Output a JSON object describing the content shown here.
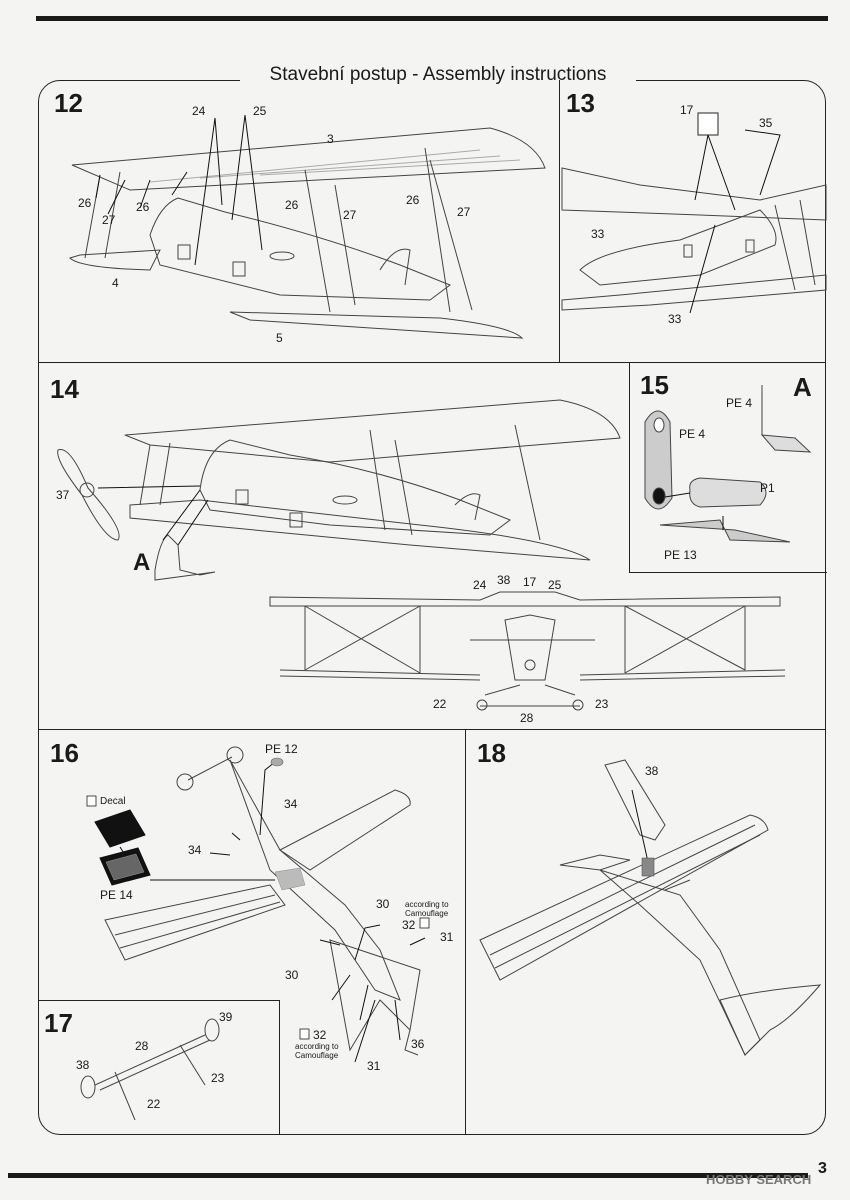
{
  "header": {
    "title": "Stavební postup - Assembly instructions"
  },
  "steps": {
    "s12": {
      "number": "12",
      "labels": {
        "p24": "24",
        "p25": "25",
        "p3": "3",
        "p26a": "26",
        "p27a": "27",
        "p26b": "26",
        "p26c": "26",
        "p27b": "27",
        "p26d": "26",
        "p27c": "27",
        "p4": "4",
        "p5": "5"
      }
    },
    "s13": {
      "number": "13",
      "labels": {
        "p17": "17",
        "p35": "35",
        "p33a": "33",
        "p33b": "33"
      }
    },
    "s14": {
      "number": "14",
      "labels": {
        "p37": "37",
        "pA": "A",
        "p24": "24",
        "p38": "38",
        "p17": "17",
        "p25": "25",
        "p22": "22",
        "p23": "23",
        "p28": "28"
      }
    },
    "s15": {
      "number": "15",
      "labels": {
        "pA": "A",
        "pe4a": "PE 4",
        "pe4b": "PE 4",
        "p1": "P1",
        "pe13": "PE 13"
      }
    },
    "s16": {
      "number": "16",
      "labels": {
        "pe12": "PE 12",
        "decal": "Decal",
        "p34a": "34",
        "p34b": "34",
        "pe14": "PE 14",
        "p30a": "30",
        "p32a": "32",
        "camo1": "according to Camouflage",
        "p31a": "31",
        "p30b": "30",
        "p32b": "32",
        "camo2": "according to Camouflage",
        "p31b": "31",
        "p36": "36"
      }
    },
    "s17": {
      "number": "17",
      "labels": {
        "p39": "39",
        "p28": "28",
        "p38": "38",
        "p23": "23",
        "p22": "22"
      }
    },
    "s18": {
      "number": "18",
      "labels": {
        "p38": "38"
      }
    }
  },
  "footer": {
    "page_number": "3",
    "watermark": "HOBBY SEARCH"
  },
  "colors": {
    "ink": "#1a1a1a",
    "paper": "#f4f4f2",
    "line": "#555555"
  }
}
